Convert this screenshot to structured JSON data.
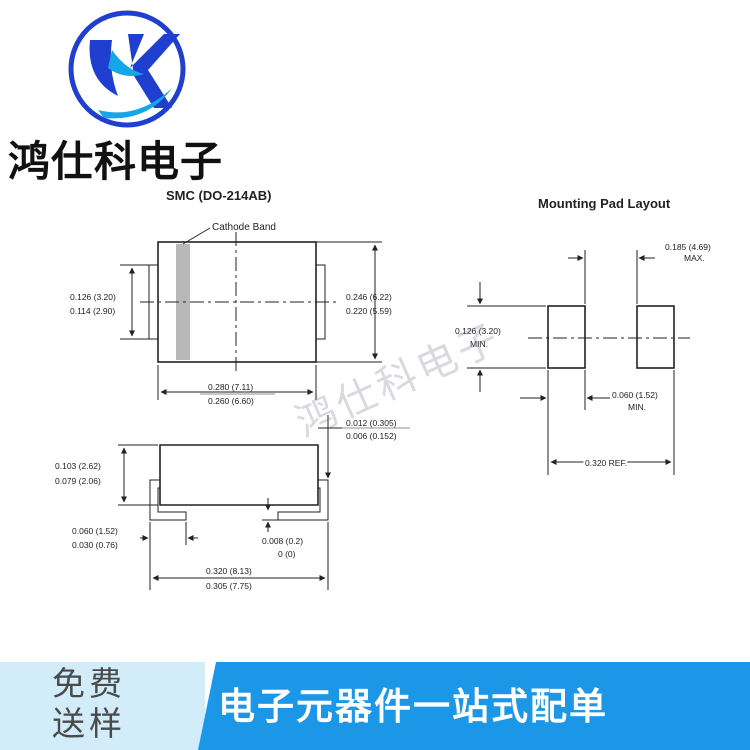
{
  "brand": {
    "name": "鸿仕科电子",
    "logo_icon": "hsk-logo",
    "logo_colors": [
      "#1f3fd0",
      "#13a6e8"
    ]
  },
  "package": {
    "title": "SMC (DO-214AB)",
    "cathode_label": "Cathode Band",
    "dims": {
      "height_max": "0.126 (3.20)",
      "height_min": "0.114 (2.90)",
      "width_max": "0.246 (6.22)",
      "width_min": "0.220 (5.59)",
      "length_max": "0.280 (7.11)",
      "length_min": "0.260 (6.60)",
      "lead_thk_max": "0.012 (0.305)",
      "lead_thk_min": "0.006 (0.152)",
      "body_h_max": "0.103 (2.62)",
      "body_h_min": "0.079 (2.06)",
      "foot_max": "0.060 (1.52)",
      "foot_min": "0.030 (0.76)",
      "standoff_max": "0.008 (0.2)",
      "standoff_min": "0 (0)",
      "overall_max": "0.320 (8.13)",
      "overall_min": "0.305 (7.75)"
    }
  },
  "pad_layout": {
    "title": "Mounting Pad Layout",
    "pad_width": "0.185 (4.69)",
    "pad_width_note": "MAX.",
    "pad_height": "0.126 (3.20)",
    "pad_height_note": "MIN.",
    "gap": "0.060 (1.52)",
    "gap_note": "MIN.",
    "pitch": "0.320 REF."
  },
  "watermark": "鸿仕科电子",
  "banner": {
    "left_line1": "免费",
    "left_line2": "送样",
    "right_text": "电子元器件一站式配单",
    "left_bg": "#d3ecfa",
    "right_bg": "#1c97e8"
  }
}
